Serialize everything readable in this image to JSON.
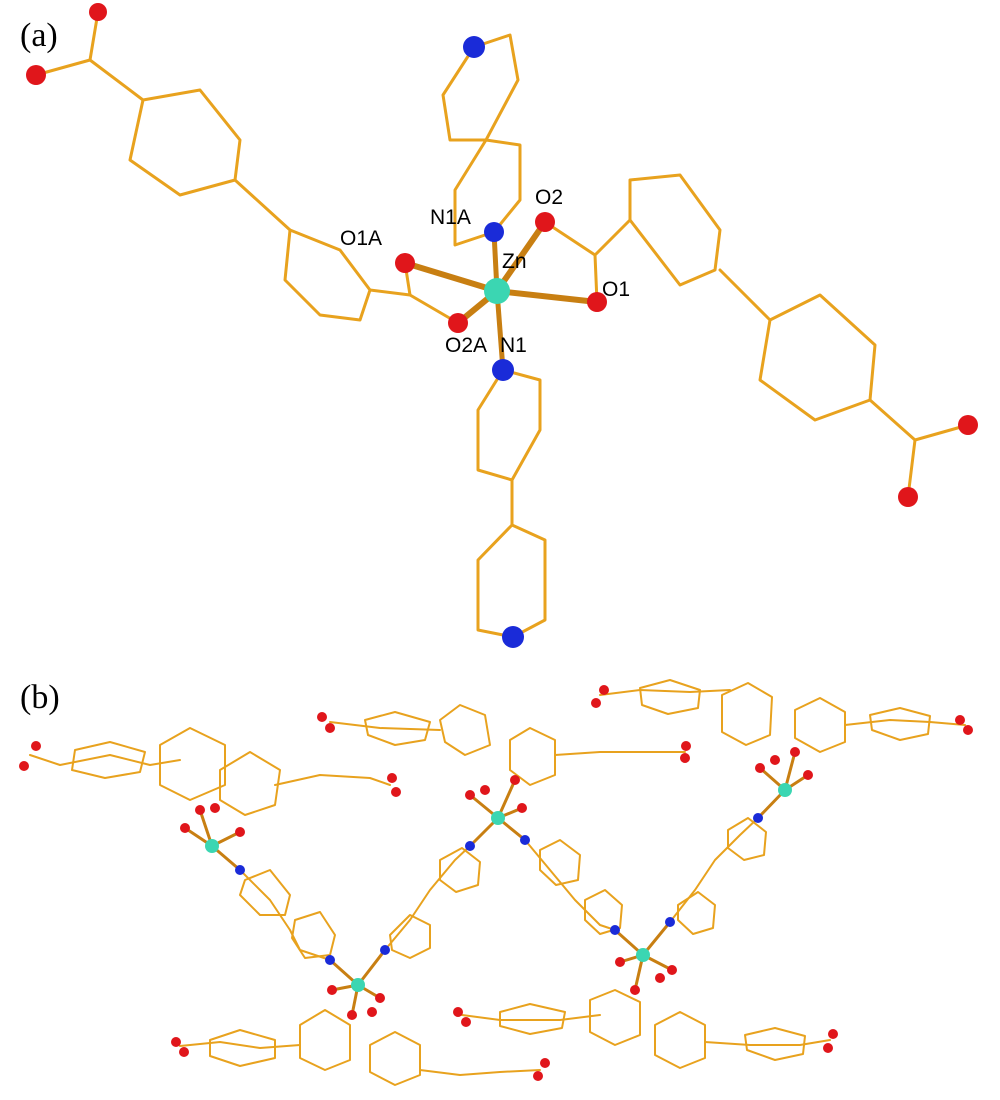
{
  "panels": {
    "a": {
      "label": "(a)"
    },
    "b": {
      "label": "(b)"
    }
  },
  "atom_labels": {
    "zn": "Zn",
    "o1": "O1",
    "o2": "O2",
    "o1a": "O1A",
    "o2a": "O2A",
    "n1": "N1",
    "n1a": "N1A"
  },
  "colors": {
    "bond": "#E8A21E",
    "bond_dark": "#C87F12",
    "oxygen": "#E0161B",
    "nitrogen": "#1A2BD8",
    "zinc": "#3BD6B2",
    "background": "#FFFFFF",
    "text": "#000000"
  }
}
